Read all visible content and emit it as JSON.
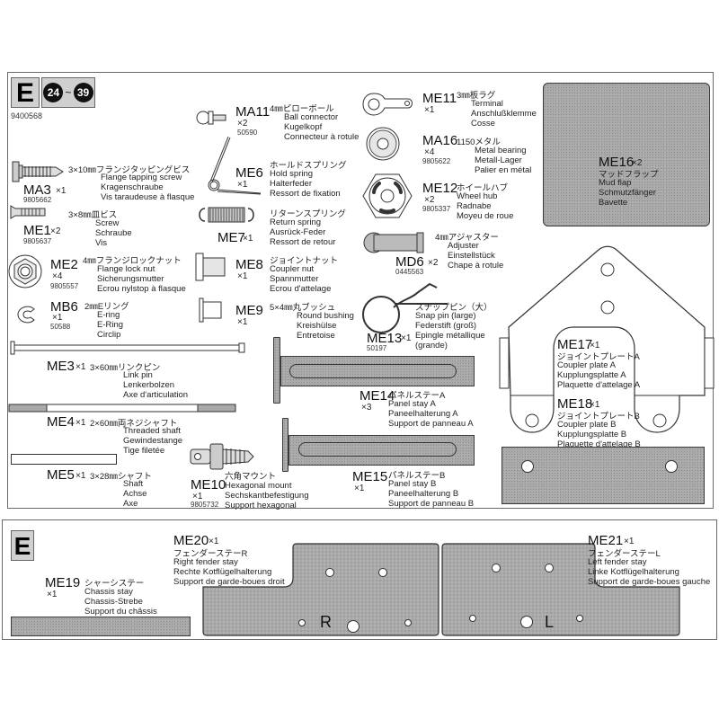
{
  "sheet": {
    "section_letter": "E",
    "step_range": {
      "start": "24",
      "separator": "~",
      "end": "39"
    },
    "bag_number": "9400568"
  },
  "parts": [
    {
      "code": "MA3",
      "qty": "×1",
      "part_no": "9805662",
      "jp": "3×10㎜フランジタッピングビス",
      "en": "Flange tapping screw",
      "de": "Kragenschraube",
      "fr": "Vis taraudeuse à flasque"
    },
    {
      "code": "ME1",
      "qty": "×2",
      "part_no": "9805637",
      "jp": "3×8㎜皿ビス",
      "en": "Screw",
      "de": "Schraube",
      "fr": "Vis"
    },
    {
      "code": "ME2",
      "qty": "×4",
      "part_no": "9805557",
      "jp": "4㎜フランジロックナット",
      "en": "Flange lock nut",
      "de": "Sicherungsmutter",
      "fr": "Ecrou nylstop à flasque"
    },
    {
      "code": "MB6",
      "qty": "×1",
      "part_no": "50588",
      "jp": "2㎜Eリング",
      "en": "E-ring",
      "de": "E-Ring",
      "fr": "Circlip"
    },
    {
      "code": "MA11",
      "qty": "×2",
      "part_no": "50590",
      "jp": "4㎜ピローボール",
      "en": "Ball connector",
      "de": "Kugelkopf",
      "fr": "Connecteur à rotule"
    },
    {
      "code": "ME6",
      "qty": "×1",
      "part_no": "",
      "jp": "ホールドスプリング",
      "en": "Hold spring",
      "de": "Halterfeder",
      "fr": "Ressort de fixation"
    },
    {
      "code": "ME7",
      "qty": "×1",
      "part_no": "",
      "jp": "リターンスプリング",
      "en": "Return spring",
      "de": "Ausrück-Feder",
      "fr": "Ressort de retour"
    },
    {
      "code": "ME8",
      "qty": "×1",
      "part_no": "",
      "jp": "ジョイントナット",
      "en": "Coupler nut",
      "de": "Spannmutter",
      "fr": "Ecrou d'attelage"
    },
    {
      "code": "ME9",
      "qty": "×1",
      "part_no": "",
      "jp": "5×4㎜丸ブッシュ",
      "en": "Round bushing",
      "de": "Kreishülse",
      "fr": "Entretoise"
    },
    {
      "code": "ME11",
      "qty": "×1",
      "part_no": "",
      "jp": "3㎜板ラグ",
      "en": "Terminal",
      "de": "Anschlußklemme",
      "fr": "Cosse"
    },
    {
      "code": "MA16",
      "qty": "×4",
      "part_no": "9805622",
      "jp": "1150メタル",
      "en": "Metal bearing",
      "de": "Metall-Lager",
      "fr": "Palier en métal"
    },
    {
      "code": "ME12",
      "qty": "×2",
      "part_no": "9805337",
      "jp": "ホイールハブ",
      "en": "Wheel hub",
      "de": "Radnabe",
      "fr": "Moyeu de roue"
    },
    {
      "code": "MD6",
      "qty": "×2",
      "part_no": "0445563",
      "jp": "4㎜アジャスター",
      "en": "Adjuster",
      "de": "Einstellstück",
      "fr": "Chape à rotule"
    },
    {
      "code": "ME13",
      "qty": "×1",
      "part_no": "50197",
      "jp": "スナップピン（大）",
      "en": "Snap pin (large)",
      "de": "Federstift (groß)",
      "fr": "Epingle métallique",
      "fr2": "(grande)"
    },
    {
      "code": "ME16",
      "qty": "×2",
      "part_no": "",
      "jp": "マッドフラップ",
      "en": "Mud flap",
      "de": "Schmutzfänger",
      "fr": "Bavette"
    },
    {
      "code": "ME3",
      "qty": "×1",
      "part_no": "",
      "jp": "3×60㎜リンクピン",
      "en": "Link pin",
      "de": "Lenkerbolzen",
      "fr": "Axe d'articulation"
    },
    {
      "code": "ME4",
      "qty": "×1",
      "part_no": "",
      "jp": "2×60㎜両ネジシャフト",
      "en": "Threaded shaft",
      "de": "Gewindestange",
      "fr": "Tige filetée"
    },
    {
      "code": "ME5",
      "qty": "×1",
      "part_no": "",
      "jp": "3×28㎜シャフト",
      "en": "Shaft",
      "de": "Achse",
      "fr": "Axe"
    },
    {
      "code": "ME10",
      "qty": "×1",
      "part_no": "9805732",
      "jp": "六角マウント",
      "en": "Hexagonal mount",
      "de": "Sechskantbefestigung",
      "fr": "Support hexagonal"
    },
    {
      "code": "ME14",
      "qty": "×3",
      "part_no": "",
      "jp": "パネルステーA",
      "en": "Panel stay A",
      "de": "Paneelhalterung A",
      "fr": "Support de panneau A"
    },
    {
      "code": "ME15",
      "qty": "×1",
      "part_no": "",
      "jp": "パネルステーB",
      "en": "Panel stay B",
      "de": "Paneelhalterung B",
      "fr": "Support de panneau B"
    },
    {
      "code": "ME17",
      "qty": "×1",
      "part_no": "",
      "jp": "ジョイントプレートA",
      "en": "Coupler plate A",
      "de": "Kupplungsplatte A",
      "fr": "Plaquette d'attelage A"
    },
    {
      "code": "ME18",
      "qty": "×1",
      "part_no": "",
      "jp": "ジョイントプレートB",
      "en": "Coupler plate B",
      "de": "Kupplungsplatte B",
      "fr": "Plaquette d'attelage B"
    }
  ],
  "bottom_sheet": {
    "section_letter": "E",
    "parts": [
      {
        "code": "ME19",
        "qty": "×1",
        "jp": "シャーシステー",
        "en": "Chassis stay",
        "de": "Chassis-Strebe",
        "fr": "Support du châssis"
      },
      {
        "code": "ME20",
        "qty": "×1",
        "jp": "フェンダーステーR",
        "en": "Right fender stay",
        "de": "Rechte Kotflügelhalterung",
        "fr": "Support de garde-boues droit",
        "mark": "R"
      },
      {
        "code": "ME21",
        "qty": "×1",
        "jp": "フェンダーステーL",
        "en": "Left fender stay",
        "de": "Linke Kotflügelhalterung",
        "fr": "Support de garde-boues gauche",
        "mark": "L"
      }
    ]
  }
}
